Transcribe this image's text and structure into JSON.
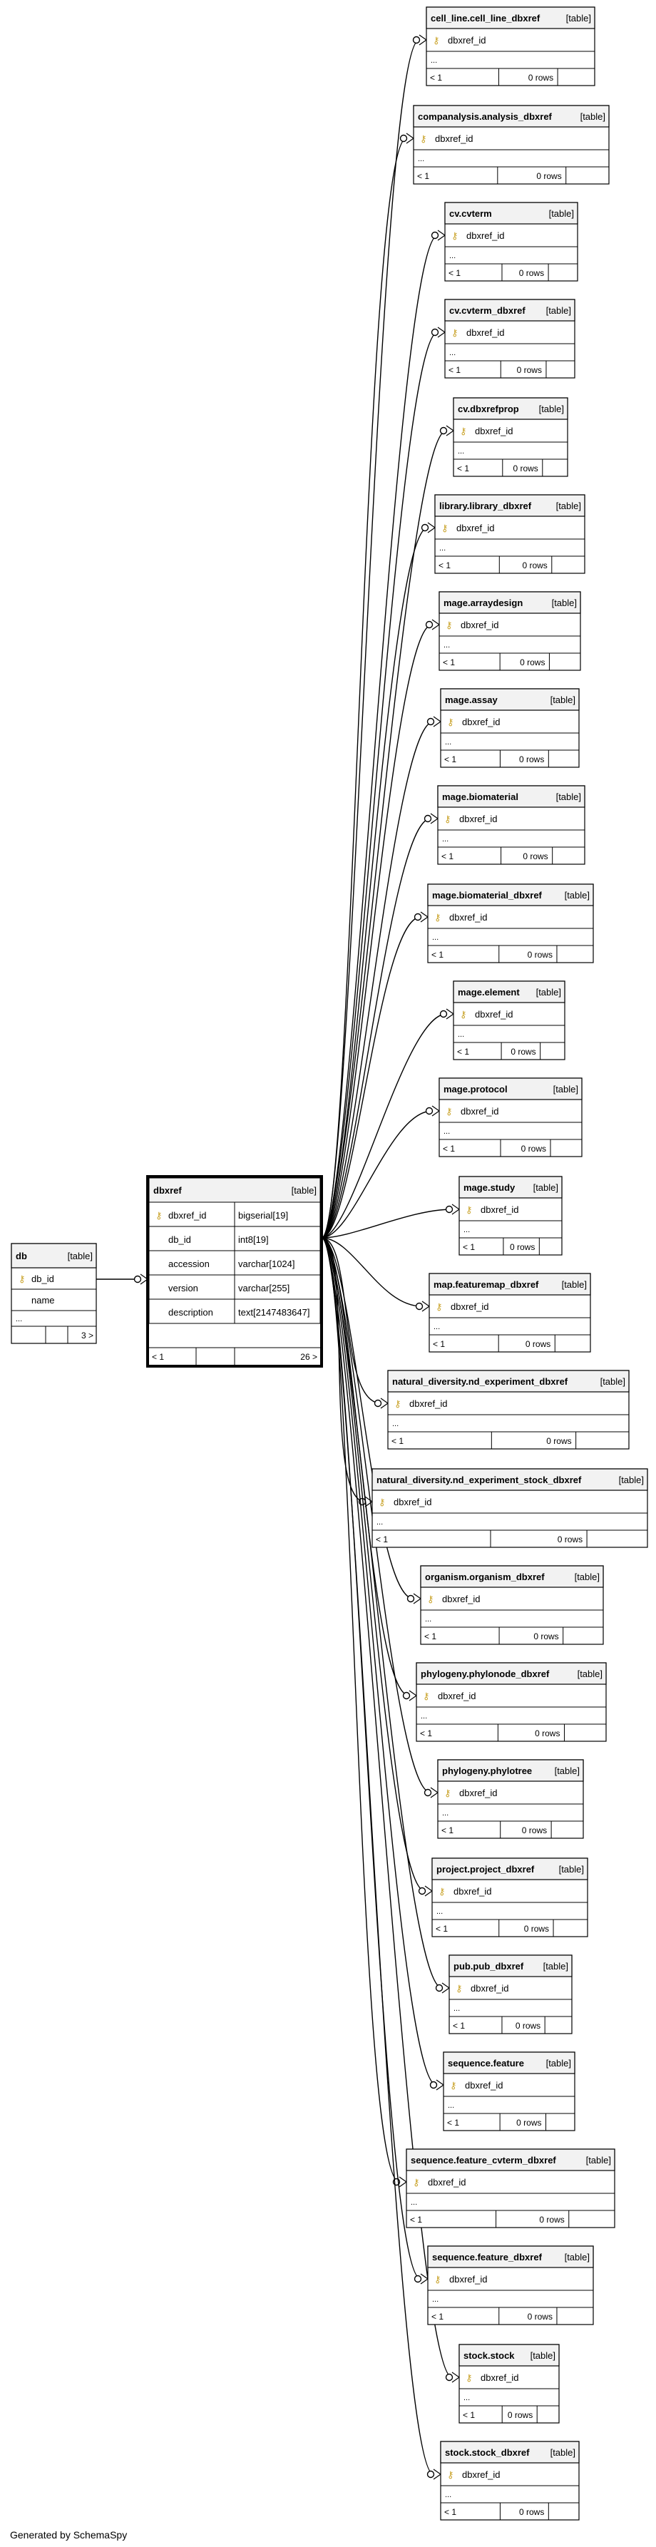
{
  "footer": "Generated by SchemaSpy",
  "tag": "[table]",
  "more": "...",
  "fk_marker": "< 1",
  "db_table": {
    "name": "db",
    "rows": [
      {
        "col": "db_id",
        "key": true
      },
      {
        "col": "name",
        "key": false
      }
    ],
    "more": "...",
    "children": "3 >"
  },
  "center_table": {
    "name": "dbxref",
    "rows": [
      {
        "col": "dbxref_id",
        "type": "bigserial[19]",
        "key": true
      },
      {
        "col": "db_id",
        "type": "int8[19]",
        "key": false
      },
      {
        "col": "accession",
        "type": "varchar[1024]",
        "key": false
      },
      {
        "col": "version",
        "type": "varchar[255]",
        "key": false
      },
      {
        "col": "description",
        "type": "text[2147483647]",
        "key": false
      }
    ],
    "parents": "< 1",
    "children": "26 >"
  },
  "child_tables": [
    {
      "name": "cell_line.cell_line_dbxref",
      "column": "dbxref_id",
      "rows": "0 rows"
    },
    {
      "name": "companalysis.analysis_dbxref",
      "column": "dbxref_id",
      "rows": "0 rows"
    },
    {
      "name": "cv.cvterm",
      "column": "dbxref_id",
      "rows": "0 rows"
    },
    {
      "name": "cv.cvterm_dbxref",
      "column": "dbxref_id",
      "rows": "0 rows"
    },
    {
      "name": "cv.dbxrefprop",
      "column": "dbxref_id",
      "rows": "0 rows"
    },
    {
      "name": "library.library_dbxref",
      "column": "dbxref_id",
      "rows": "0 rows"
    },
    {
      "name": "mage.arraydesign",
      "column": "dbxref_id",
      "rows": "0 rows"
    },
    {
      "name": "mage.assay",
      "column": "dbxref_id",
      "rows": "0 rows"
    },
    {
      "name": "mage.biomaterial",
      "column": "dbxref_id",
      "rows": "0 rows"
    },
    {
      "name": "mage.biomaterial_dbxref",
      "column": "dbxref_id",
      "rows": "0 rows"
    },
    {
      "name": "mage.element",
      "column": "dbxref_id",
      "rows": "0 rows"
    },
    {
      "name": "mage.protocol",
      "column": "dbxref_id",
      "rows": "0 rows"
    },
    {
      "name": "mage.study",
      "column": "dbxref_id",
      "rows": "0 rows"
    },
    {
      "name": "map.featuremap_dbxref",
      "column": "dbxref_id",
      "rows": "0 rows"
    },
    {
      "name": "natural_diversity.nd_experiment_dbxref",
      "column": "dbxref_id",
      "rows": "0 rows"
    },
    {
      "name": "natural_diversity.nd_experiment_stock_dbxref",
      "column": "dbxref_id",
      "rows": "0 rows"
    },
    {
      "name": "organism.organism_dbxref",
      "column": "dbxref_id",
      "rows": "0 rows"
    },
    {
      "name": "phylogeny.phylonode_dbxref",
      "column": "dbxref_id",
      "rows": "0 rows"
    },
    {
      "name": "phylogeny.phylotree",
      "column": "dbxref_id",
      "rows": "0 rows"
    },
    {
      "name": "project.project_dbxref",
      "column": "dbxref_id",
      "rows": "0 rows"
    },
    {
      "name": "pub.pub_dbxref",
      "column": "dbxref_id",
      "rows": "0 rows"
    },
    {
      "name": "sequence.feature",
      "column": "dbxref_id",
      "rows": "0 rows"
    },
    {
      "name": "sequence.feature_cvterm_dbxref",
      "column": "dbxref_id",
      "rows": "0 rows"
    },
    {
      "name": "sequence.feature_dbxref",
      "column": "dbxref_id",
      "rows": "0 rows"
    },
    {
      "name": "stock.stock",
      "column": "dbxref_id",
      "rows": "0 rows"
    },
    {
      "name": "stock.stock_dbxref",
      "column": "dbxref_id",
      "rows": "0 rows"
    }
  ]
}
